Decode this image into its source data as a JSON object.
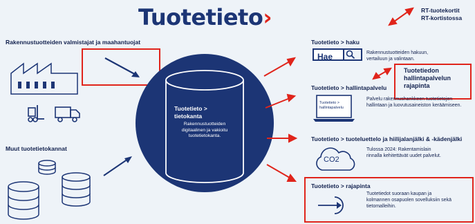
{
  "title": {
    "main": "Tuotetieto",
    "chevron": "›"
  },
  "left": {
    "manufacturers_label": "Rakennustuotteiden valmistajat ja maahantuojat",
    "other_db_label": "Muut tuotetietokannat"
  },
  "center": {
    "title": "Tuotetieto > tietokanta",
    "desc": "Rakennustuotteiden digitaalinen ja vakioitu tuotetietokanta."
  },
  "rt": {
    "line1": "RT-tuotekortit",
    "line2": "RT-kortistossa"
  },
  "haku": {
    "label": "Tuotetieto > haku",
    "search_text": "Hae",
    "desc": "Rakennustuotteiden hakuun, vertailuun ja valintaan."
  },
  "hallinta": {
    "label": "Tuotetieto > hallintapalvelu",
    "screen_text": "Tuotetieto > hallintapalvelu",
    "desc": "Palvelu rakennushankkeen tuotetietojen hallintaan ja luovutusaineiston keräämiseen.",
    "api_box": "Tuotetiedon hallintapalvelun rajapinta"
  },
  "tuoteluettelo": {
    "label": "Tuotetieto > tuoteluettelo ja hiilijalanjälki & -kädenjälki",
    "co2": "CO2",
    "desc": "Tulossa 2024: Rakentamislain rinnalla kehitettävät uudet palvelut."
  },
  "rajapinta": {
    "label": "Tuotetieto > rajapinta",
    "desc": "Tuotetiedot suoraan kaupan ja kolmannen osapuolen sovelluksiin sekä tietomalleihin."
  },
  "colors": {
    "navy": "#1c3575",
    "red": "#e0241b",
    "bg": "#eef3f8"
  }
}
